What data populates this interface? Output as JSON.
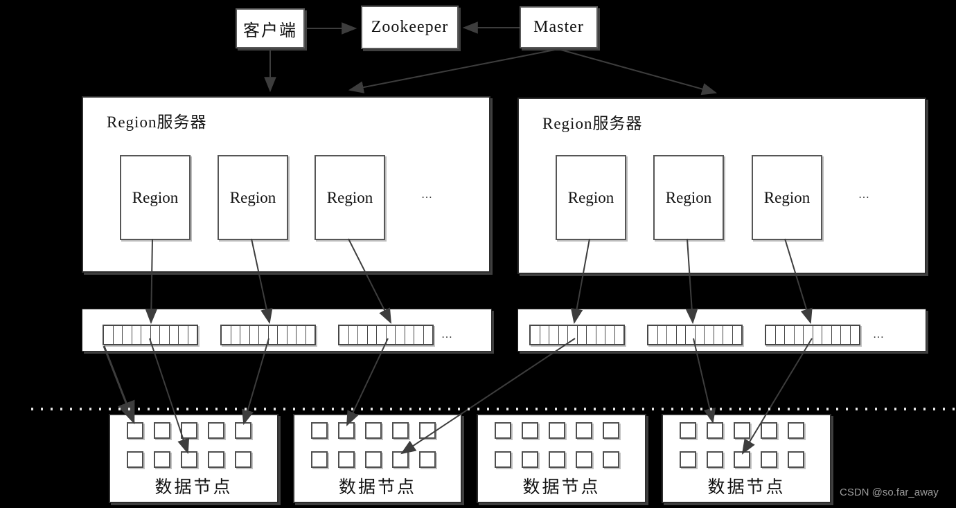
{
  "nodes": {
    "client": "客户端",
    "zookeeper": "Zookeeper",
    "master": "Master"
  },
  "region_servers": [
    {
      "label": "Region服务器",
      "regions": [
        "Region",
        "Region",
        "Region"
      ],
      "ellipsis": "…"
    },
    {
      "label": "Region服务器",
      "regions": [
        "Region",
        "Region",
        "Region"
      ],
      "ellipsis": "…"
    }
  ],
  "hlog_bars": [
    {
      "strips": 3,
      "cells_per_strip": 10,
      "ellipsis": "…"
    },
    {
      "strips": 3,
      "cells_per_strip": 10,
      "ellipsis": "…"
    }
  ],
  "data_nodes": [
    {
      "label": "数据节点",
      "rows": 2,
      "cols": 5
    },
    {
      "label": "数据节点",
      "rows": 2,
      "cols": 5
    },
    {
      "label": "数据节点",
      "rows": 2,
      "cols": 5
    },
    {
      "label": "数据节点",
      "rows": 2,
      "cols": 5
    }
  ],
  "watermark": "CSDN @so.far_away",
  "colors": {
    "background": "#000000",
    "box_fill": "#ffffff",
    "box_border": "#4f4f4f",
    "line": "#3d3d3d",
    "dotted_line": "#e2e2e2",
    "watermark": "#9b9b9b"
  }
}
